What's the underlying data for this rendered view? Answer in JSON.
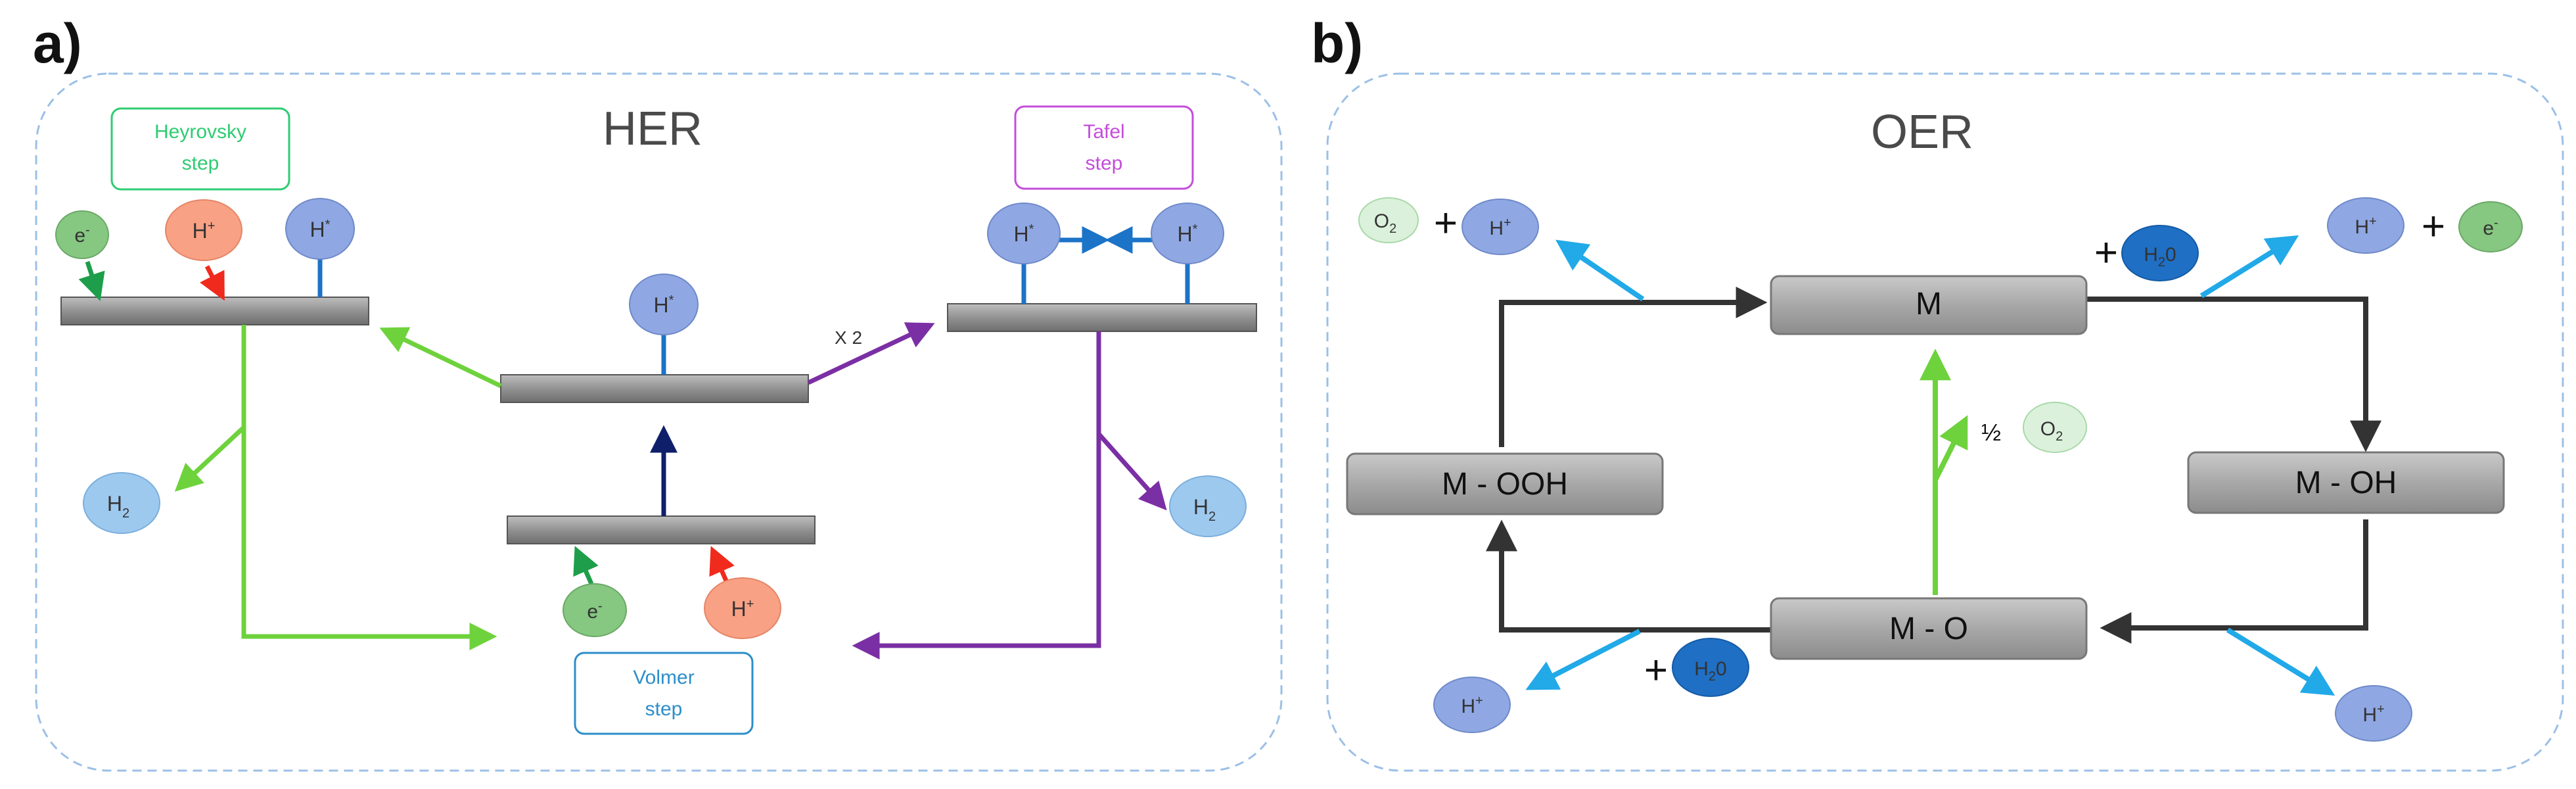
{
  "panels": {
    "a_label": "a)",
    "b_label": "b)"
  },
  "her": {
    "title": "HER",
    "heyrovsky": {
      "line1": "Heyrovsky",
      "line2": "step",
      "color": "#2ecc71"
    },
    "tafel": {
      "line1": "Tafel",
      "line2": "step",
      "color": "#c44ddb"
    },
    "volmer": {
      "line1": "Volmer",
      "line2": "step",
      "color": "#2c8ec9"
    },
    "x2": "X 2",
    "species": {
      "e": "e",
      "e_sup": "-",
      "hplus": "H",
      "hplus_sup": "+",
      "hads": "H",
      "hads_sup": "*",
      "h2": "H",
      "h2_sub": "2"
    }
  },
  "oer": {
    "title": "OER",
    "states": {
      "m": "M",
      "m_oh": "M - OH",
      "m_o": "M - O",
      "m_ooh": "M - OOH"
    },
    "plus": "+",
    "half": "½",
    "species": {
      "o2": "O",
      "o2_sub": "2",
      "hplus": "H",
      "hplus_sup": "+",
      "h2o_a": "H",
      "h2o_sub": "2",
      "h2o_b": "0",
      "e": "e",
      "e_sup": "-"
    }
  },
  "colors": {
    "dashed_border": "#9cc0e6",
    "surface": "#7a7a7a",
    "green_arrow": "#6ed23c",
    "dark_green_arrow": "#1e9e4a",
    "red_arrow": "#f02a1c",
    "purple_arrow": "#7b2fa4",
    "blue_arrow": "#1b74c7",
    "navy_arrow": "#0f1f6a",
    "cyan_arrow": "#21a9e8",
    "dark_arrow": "#333333",
    "h_ads_fill": "#8fa8e3",
    "h_plus_fill": "#f8a184",
    "e_fill": "#86c781",
    "h2_fill": "#9ec9ef",
    "h2o_fill": "#1f6fc4",
    "o2_fill": "#dcf1dc"
  }
}
